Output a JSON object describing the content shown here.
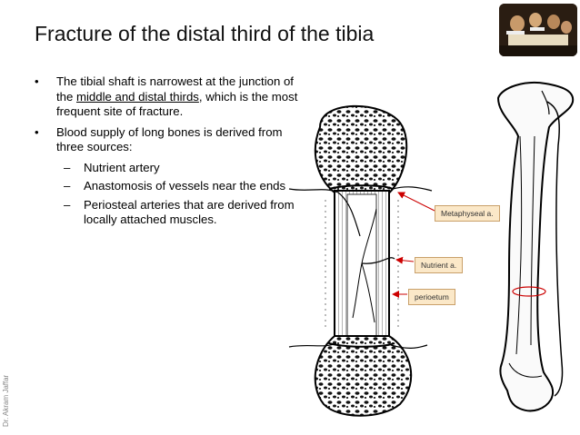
{
  "slide": {
    "title": "Fracture of the distal third of the tibia",
    "author": "Dr. Akram Jaffar",
    "bullets": [
      {
        "parts": [
          "The tibial shaft is narrowest at the junction of the ",
          "middle and distal thirds",
          ", which is the most frequent site of fracture."
        ],
        "subs": []
      },
      {
        "parts": [
          "Blood supply of long bones is derived from three sources:"
        ],
        "subs": [
          "Nutrient artery",
          "Anastomosis of vessels near the ends",
          "Periosteal arteries that are derived from locally attached muscles."
        ]
      }
    ],
    "bullet_mark": "•",
    "sub_mark": "–"
  },
  "figure": {
    "labels": {
      "metaphyseal": "Metaphyseal a.",
      "nutrient": "Nutrient a.",
      "periosteum": "perioetum"
    },
    "icons": [
      "painting-thumbnail",
      "bone-cross-section",
      "tibia-bone"
    ]
  },
  "colors": {
    "arrow": "#cc0000",
    "label_bg": "#fbe8c8",
    "label_border": "#c9a06a"
  }
}
